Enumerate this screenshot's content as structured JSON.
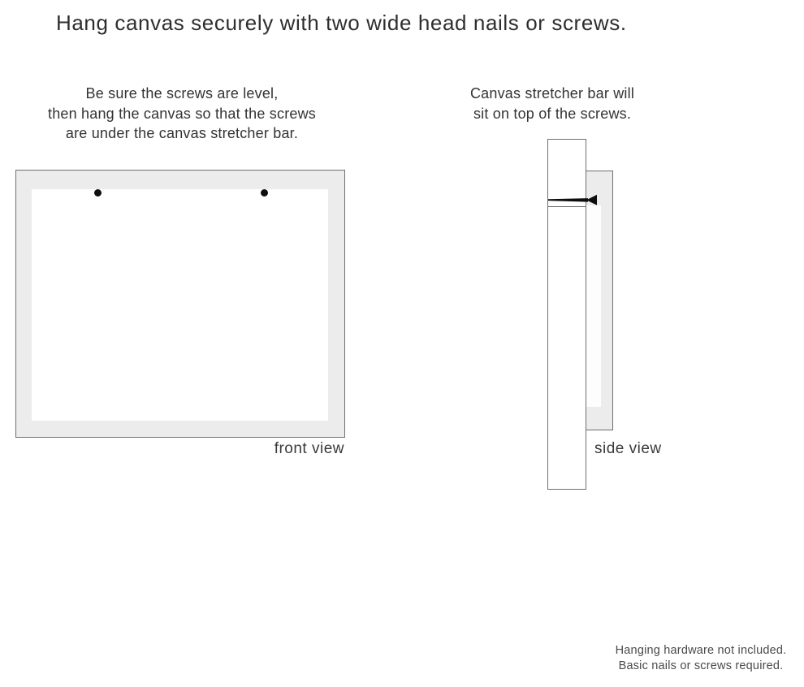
{
  "title": "Hang canvas securely with two wide head nails or screws.",
  "instructions": {
    "front": {
      "lines": [
        "Be sure the screws are level,",
        "then hang the canvas so that the screws",
        "are under the canvas stretcher bar."
      ]
    },
    "side": {
      "lines": [
        "Canvas stretcher bar will",
        "sit on top of the screws."
      ]
    }
  },
  "front_view": {
    "label": "front view"
  },
  "side_view": {
    "label": "side view"
  },
  "footer": {
    "lines": [
      "Hanging hardware not included.",
      "Basic nails or screws required."
    ]
  },
  "icons": {
    "screw_left": "screw-head-dot",
    "screw_right": "screw-head-dot",
    "nail": "nail-side-profile"
  },
  "colors": {
    "background": "#ffffff",
    "canvas_frame_fill": "#ececec",
    "outline": "#6f6f6f",
    "screw_black": "#0e0e0e",
    "title_text": "#2e2e2e",
    "body_text": "#333333",
    "footer_text": "#4a4a4a"
  }
}
